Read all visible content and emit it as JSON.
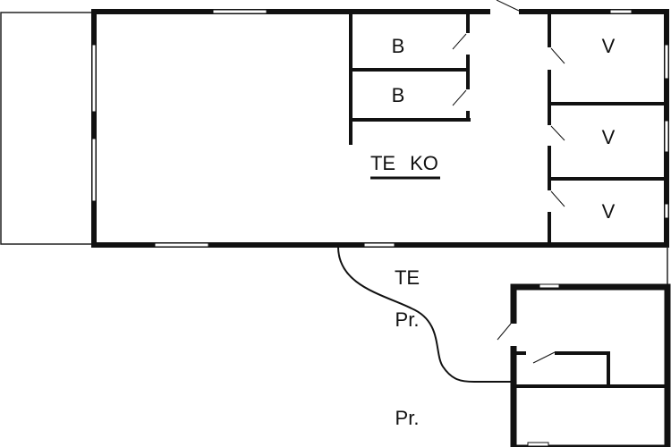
{
  "plan": {
    "rooms": [
      {
        "id": "bath-1",
        "label": "B"
      },
      {
        "id": "bath-2",
        "label": "B"
      },
      {
        "id": "bed-1",
        "label": "V"
      },
      {
        "id": "bed-2",
        "label": "V"
      },
      {
        "id": "bed-3",
        "label": "V"
      },
      {
        "id": "kitchen-living",
        "label": "KO",
        "overlay_label": "TE"
      },
      {
        "id": "terrace",
        "label": "TE"
      },
      {
        "id": "porch-upper",
        "label": "Pr."
      },
      {
        "id": "porch-lower",
        "label": "Pr."
      }
    ],
    "colors": {
      "wall": "#111111",
      "background": "#ffffff"
    }
  }
}
